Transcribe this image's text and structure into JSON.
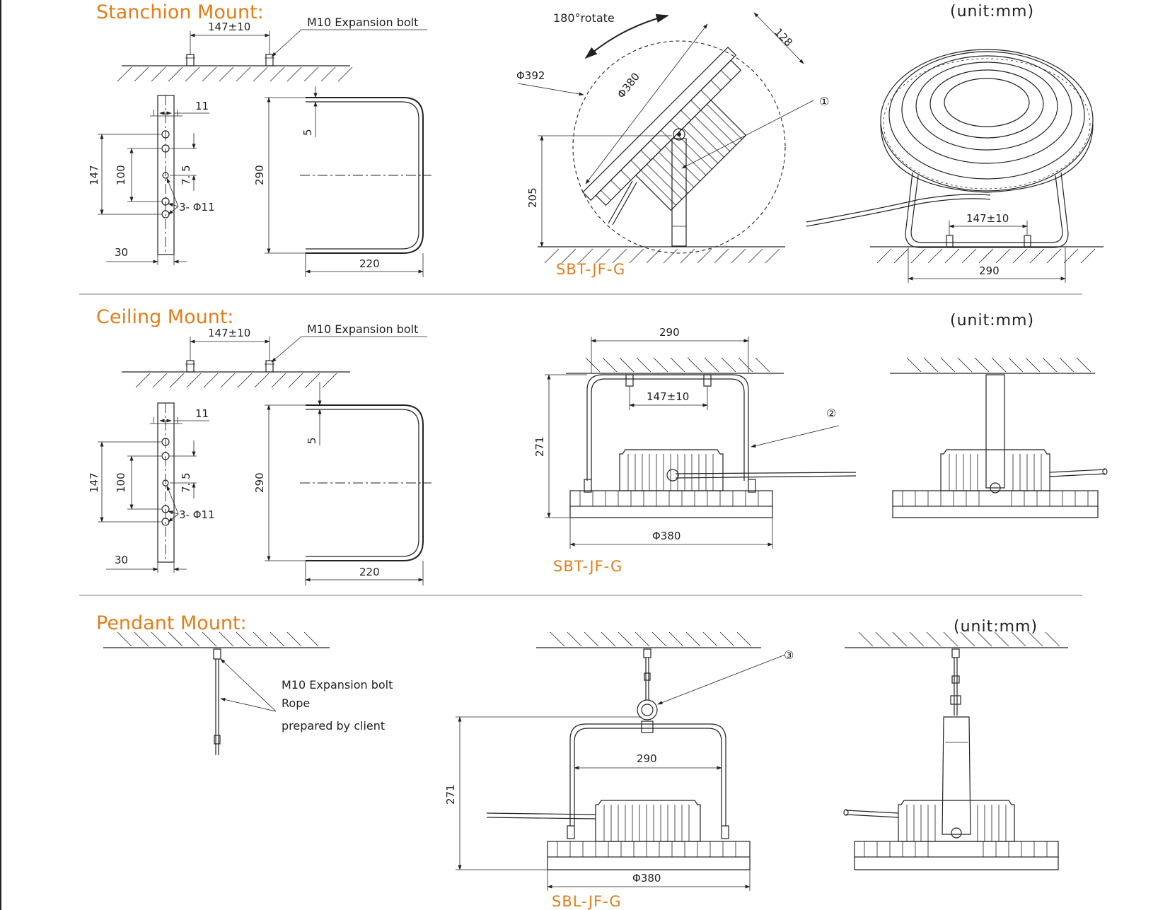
{
  "sections": {
    "stanchion": {
      "title": "Stanchion Mount:",
      "unit": "(unit:mm)",
      "model": "SBT-JF-G",
      "bolt_label": "M10 Expansion bolt",
      "rotate_label": "180°rotate",
      "callout": "①",
      "dims": {
        "bolt_spacing": "147±10",
        "d11": "11",
        "d147": "147",
        "d100": "100",
        "d7_5": "7. 5",
        "holes": "3- Φ11",
        "d30": "30",
        "d5": "5",
        "d290": "290",
        "d220": "220",
        "phi392": "Φ392",
        "phi380": "Φ380",
        "d128": "128",
        "d205": "205",
        "bolt_spacing_front": "147±10",
        "d290_front": "290"
      }
    },
    "ceiling": {
      "title": "Ceiling Mount:",
      "unit": "(unit:mm)",
      "model": "SBT-JF-G",
      "bolt_label": "M10 Expansion bolt",
      "callout": "②",
      "dims": {
        "bolt_spacing": "147±10",
        "d11": "11",
        "d147": "147",
        "d100": "100",
        "d7_5": "7. 5",
        "holes": "3- Φ11",
        "d30": "30",
        "d5": "5",
        "d290": "290",
        "d220": "220",
        "d290_top": "290",
        "bolt_spacing_side": "147±10",
        "d271": "271",
        "phi380": "Φ380"
      }
    },
    "pendant": {
      "title": "Pendant Mount:",
      "unit": "(unit:mm)",
      "model": "SBL-JF-G",
      "bolt_label": "M10 Expansion bolt",
      "rope_label": "Rope",
      "client_label": "prepared by client",
      "callout": "③",
      "dims": {
        "d290": "290",
        "d271": "271",
        "phi380": "Φ380"
      }
    }
  }
}
